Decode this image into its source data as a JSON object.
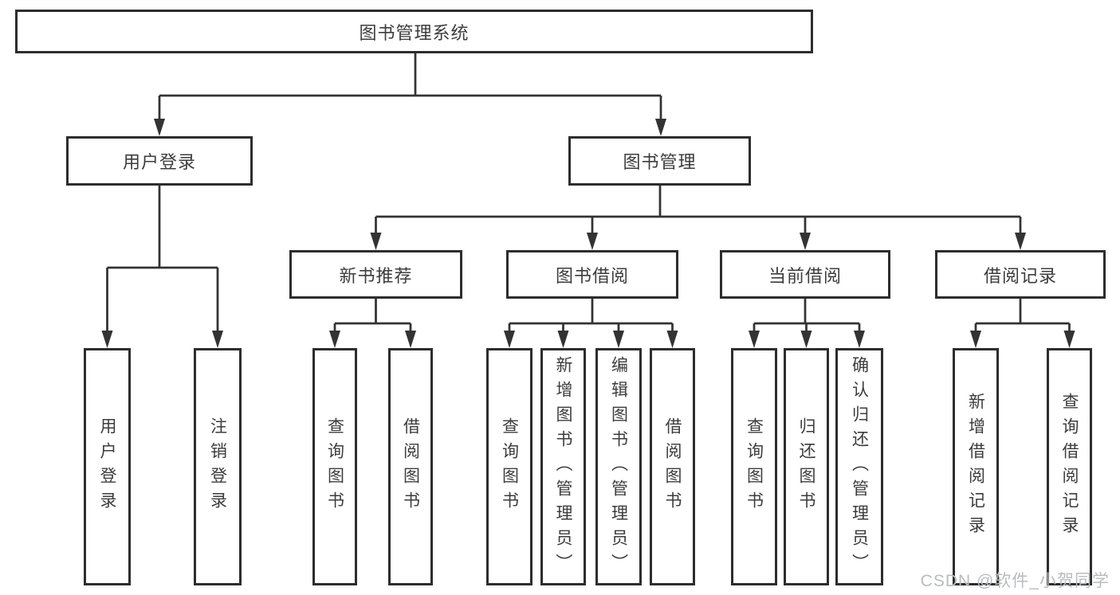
{
  "tree": {
    "label": "图书管理系统",
    "children": [
      {
        "label": "用户登录",
        "children": [
          {
            "label": "用户登录"
          },
          {
            "label": "注销登录"
          }
        ]
      },
      {
        "label": "图书管理",
        "children": [
          {
            "label": "新书推荐",
            "children": [
              {
                "label": "查询图书"
              },
              {
                "label": "借阅图书"
              }
            ]
          },
          {
            "label": "图书借阅",
            "children": [
              {
                "label": "查询图书"
              },
              {
                "label": "新增图书（管理员）"
              },
              {
                "label": "编辑图书（管理员）"
              },
              {
                "label": "借阅图书"
              }
            ]
          },
          {
            "label": "当前借阅",
            "children": [
              {
                "label": "查询图书"
              },
              {
                "label": "归还图书"
              },
              {
                "label": "确认归还（管理员）"
              }
            ]
          },
          {
            "label": "借阅记录",
            "children": [
              {
                "label": "新增借阅记录"
              },
              {
                "label": "查询借阅记录"
              }
            ]
          }
        ]
      }
    ]
  },
  "watermark": {
    "text": "CSDN @软件_小贺同学"
  },
  "colors": {
    "line": "#333333",
    "box_border": "#2d2d2d",
    "text": "#3c3c3c",
    "watermark": "#b9bcbe",
    "background": "#ffffff"
  }
}
